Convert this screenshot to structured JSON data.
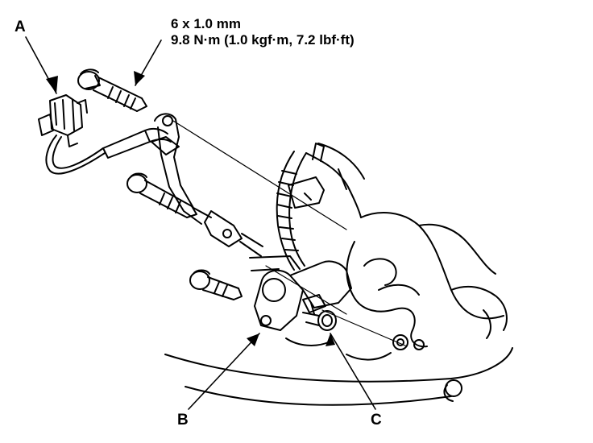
{
  "callouts": {
    "a": "A",
    "b": "B",
    "c": "C"
  },
  "bolt_spec": {
    "size": "6 x 1.0 mm",
    "torque": "9.8 N·m (1.0 kgf·m, 7.2 lbf·ft)"
  },
  "colors": {
    "ink": "#000000",
    "paper": "#ffffff"
  }
}
